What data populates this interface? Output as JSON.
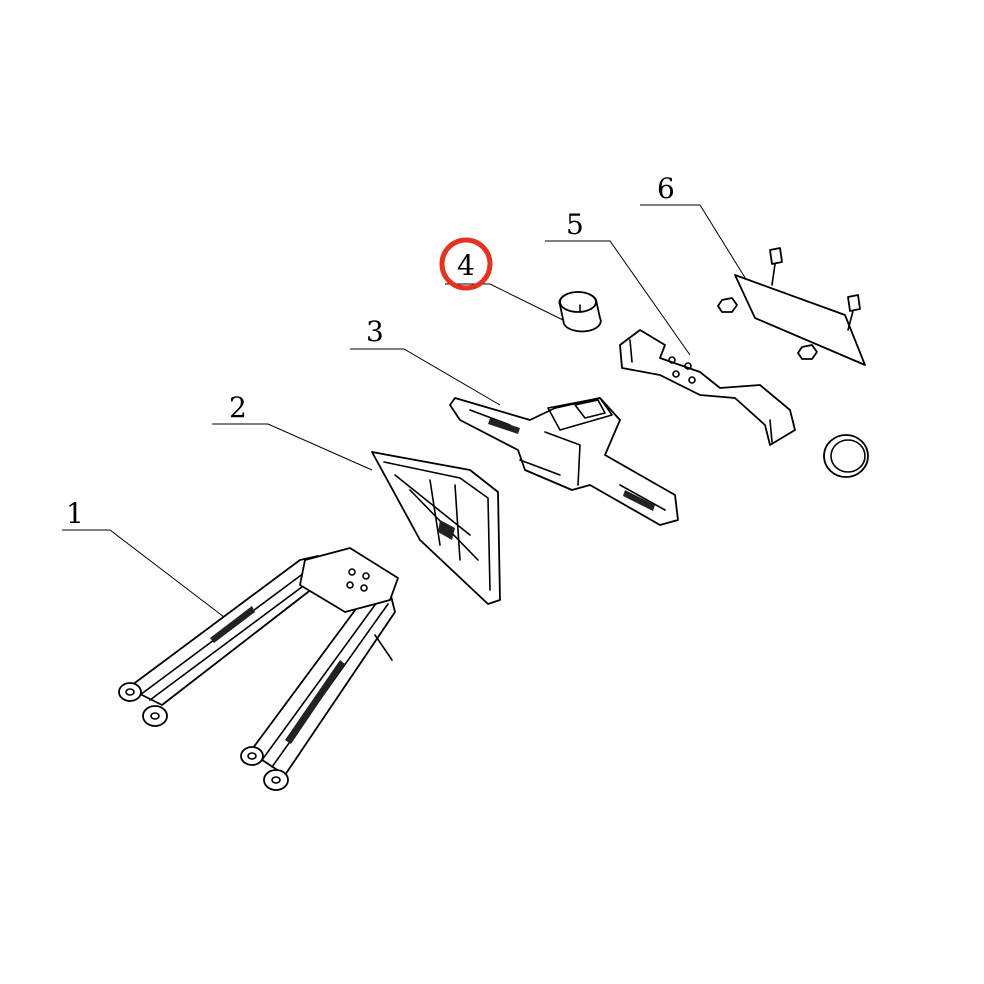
{
  "callouts": {
    "c1": "1",
    "c2": "2",
    "c3": "3",
    "c4": "4",
    "c5": "5",
    "c6": "6"
  },
  "highlight_color": "#e8321e"
}
